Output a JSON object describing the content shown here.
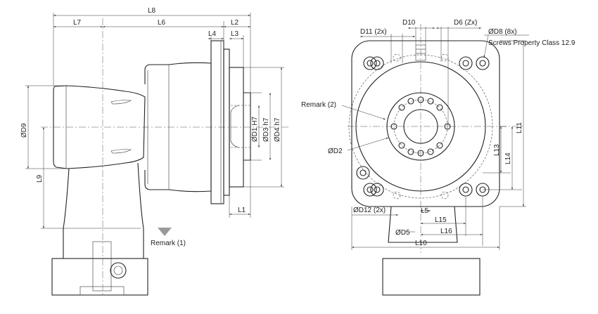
{
  "side_view": {
    "dimensions": {
      "l8": "L8",
      "l7": "L7",
      "l6": "L6",
      "l2": "L2",
      "l4": "L4",
      "l3": "L3",
      "l1": "L1",
      "l9": "L9",
      "d9": "ØD9",
      "d1": "ØD1 H7",
      "d3": "ØD3 h7",
      "d4": "ØD4 h7"
    },
    "remark_1": "Remark (1)"
  },
  "front_view": {
    "dimensions": {
      "d10": "D10",
      "d11": "D11 (2x)",
      "d6": "D6 (Zx)",
      "d8": "ØD8 (8x)",
      "l11": "L11",
      "l13": "L13",
      "l14": "L14",
      "d12": "ØD12 (2x)",
      "l5": "L5",
      "l15": "L15",
      "d5": "ØD5",
      "l16": "L16",
      "l10": "L10",
      "d2": "ØD2"
    },
    "screws_note": "Screws Property Class 12.9",
    "remark_2": "Remark (2)"
  }
}
